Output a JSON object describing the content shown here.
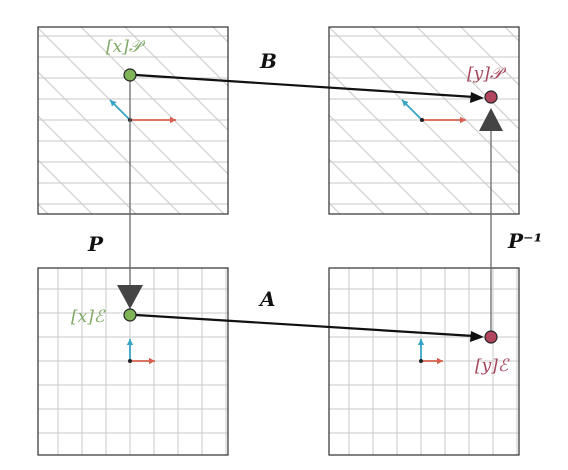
{
  "colors": {
    "green": "#7eb356",
    "green_label": "#7fa965",
    "crimson": "#b0455d",
    "crimson_label": "#a4465c",
    "basis_red": "#d9604d",
    "basis_cyan": "#35a3c4",
    "grid": "#c9c9c9",
    "frame": "#2e2e2e",
    "arrow": "#111111",
    "vertical_arrow": "#6b6b6b"
  },
  "labels": {
    "x_p": "[x]𝒫",
    "y_p": "[y]𝒫",
    "x_e": "[x]ℰ",
    "y_e": "[y]ℰ",
    "B": "B",
    "A": "A",
    "P": "P",
    "P_inv": "P⁻¹"
  },
  "panels": {
    "top_left": "skewed-basis",
    "top_right": "skewed-basis",
    "bottom_left": "standard-basis",
    "bottom_right": "standard-basis"
  }
}
